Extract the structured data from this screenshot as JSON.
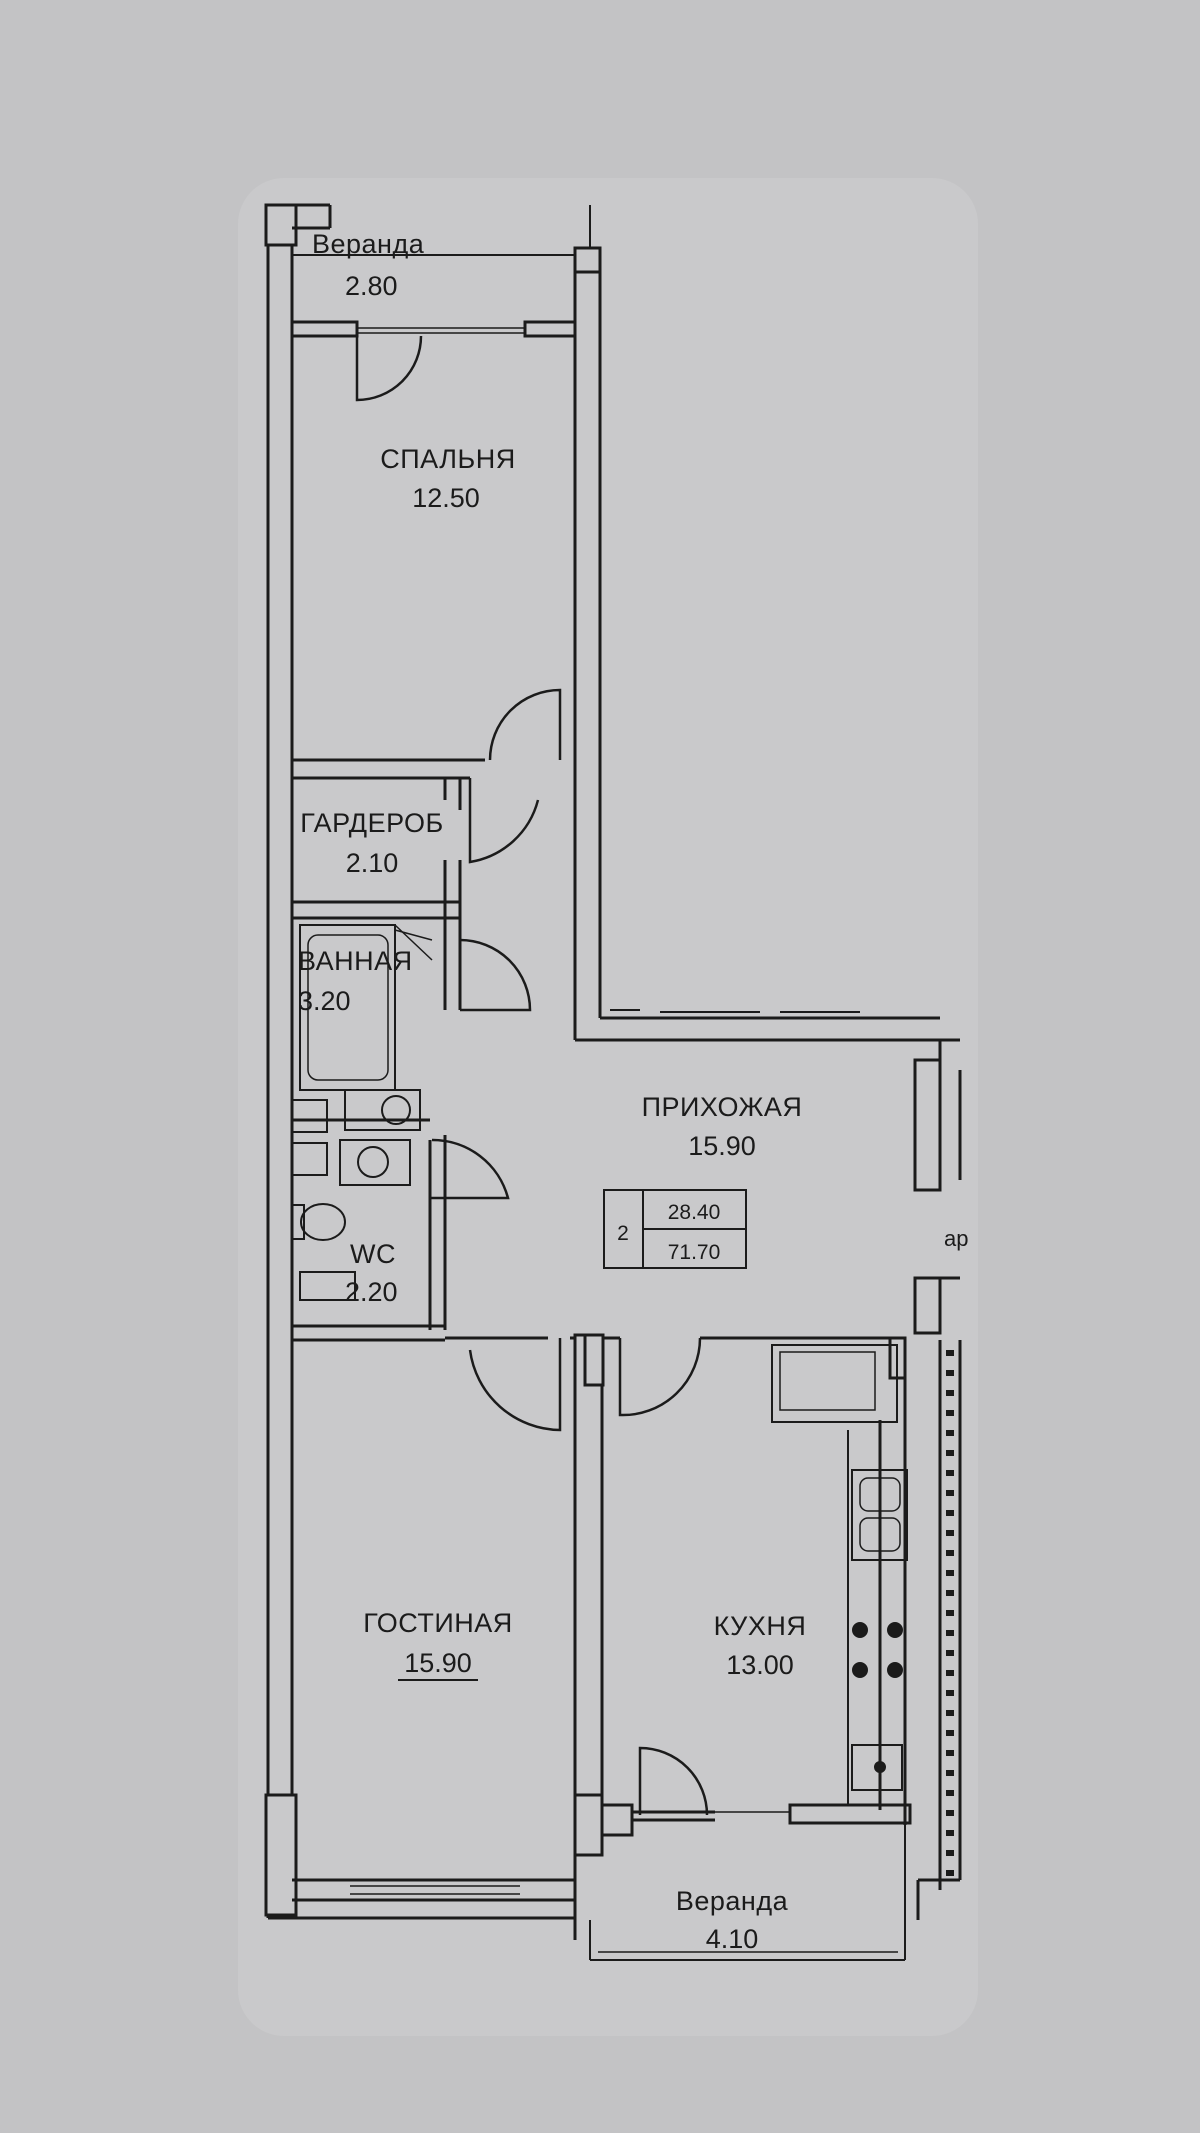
{
  "colors": {
    "background": "#c3c3c5",
    "paper": "#c9c9cb",
    "ink": "#1b1b1b"
  },
  "plan": {
    "rooms": [
      {
        "id": "veranda-top",
        "name": "Веранда",
        "area": "2.80"
      },
      {
        "id": "bedroom",
        "name": "СПАЛЬНЯ",
        "area": "12.50"
      },
      {
        "id": "wardrobe",
        "name": "ГАРДЕРОБ",
        "area": "2.10"
      },
      {
        "id": "bathroom",
        "name": "ВАННАЯ",
        "area": "3.20"
      },
      {
        "id": "wc",
        "name": "WC",
        "area": "2.20"
      },
      {
        "id": "hallway",
        "name": "ПРИХОЖАЯ",
        "area": "15.90"
      },
      {
        "id": "living",
        "name": "ГОСТИНАЯ",
        "area": "15.90"
      },
      {
        "id": "kitchen",
        "name": "КУХНЯ",
        "area": "13.00"
      },
      {
        "id": "veranda-bottom",
        "name": "Веранда",
        "area": "4.10"
      }
    ],
    "summary": {
      "rooms_count": "2",
      "living_area": "28.40",
      "total_area": "71.70"
    },
    "edge_text": "ар"
  }
}
